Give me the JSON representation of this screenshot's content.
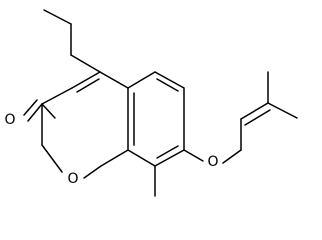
{
  "molecule": {
    "atoms": {
      "carbonyl_oxygen": "O",
      "ring_oxygen": "O",
      "ether_oxygen": "O"
    }
  },
  "colors": {
    "bond": "#000000",
    "label": "#000000",
    "background": "#ffffff"
  }
}
